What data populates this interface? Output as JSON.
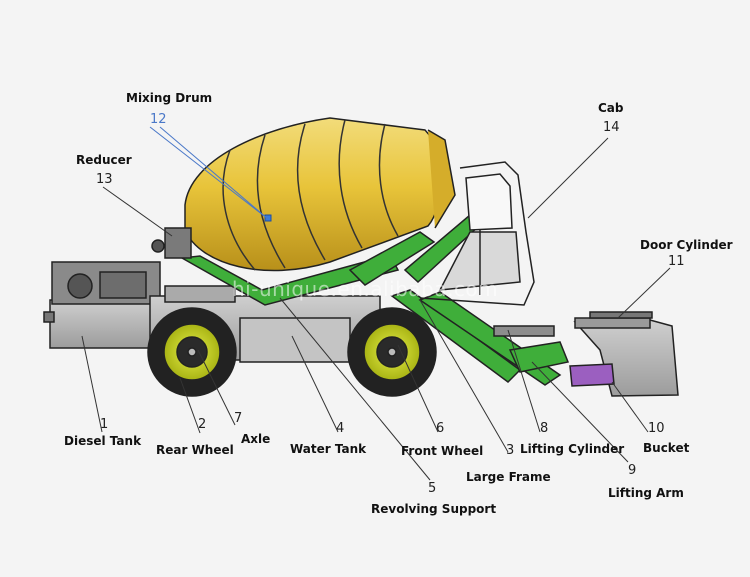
{
  "labels": {
    "mixing_drum": "Mixing Drum",
    "reducer": "Reducer",
    "cab": "Cab",
    "door_cylinder": "Door Cylinder",
    "diesel_tank": "Diesel Tank",
    "rear_wheel": "Rear Wheel",
    "axle": "Axle",
    "water_tank": "Water Tank",
    "front_wheel": "Front Wheel",
    "large_frame": "Large Frame",
    "lifting_cylinder": "Lifting Cylinder",
    "bucket": "Bucket",
    "lifting_arm": "Lifting Arm",
    "revolving_support": "Revolving Support"
  },
  "numbers": {
    "n1": "1",
    "n2": "2",
    "n3": "3",
    "n4": "4",
    "n5": "5",
    "n6": "6",
    "n7": "7",
    "n8": "8",
    "n9": "9",
    "n10": "10",
    "n11": "11",
    "n12": "12",
    "n13": "13",
    "n14": "14"
  },
  "watermark": "hi-unique.en.alibaba.com",
  "colors": {
    "drum": "#e8c43a",
    "frame": "#3fae3a",
    "body": "#b5b5b5",
    "bucket_tab": "#9b5fc0",
    "wheel_hub": "#c6d11a",
    "leader_blue": "#4a78c8"
  }
}
